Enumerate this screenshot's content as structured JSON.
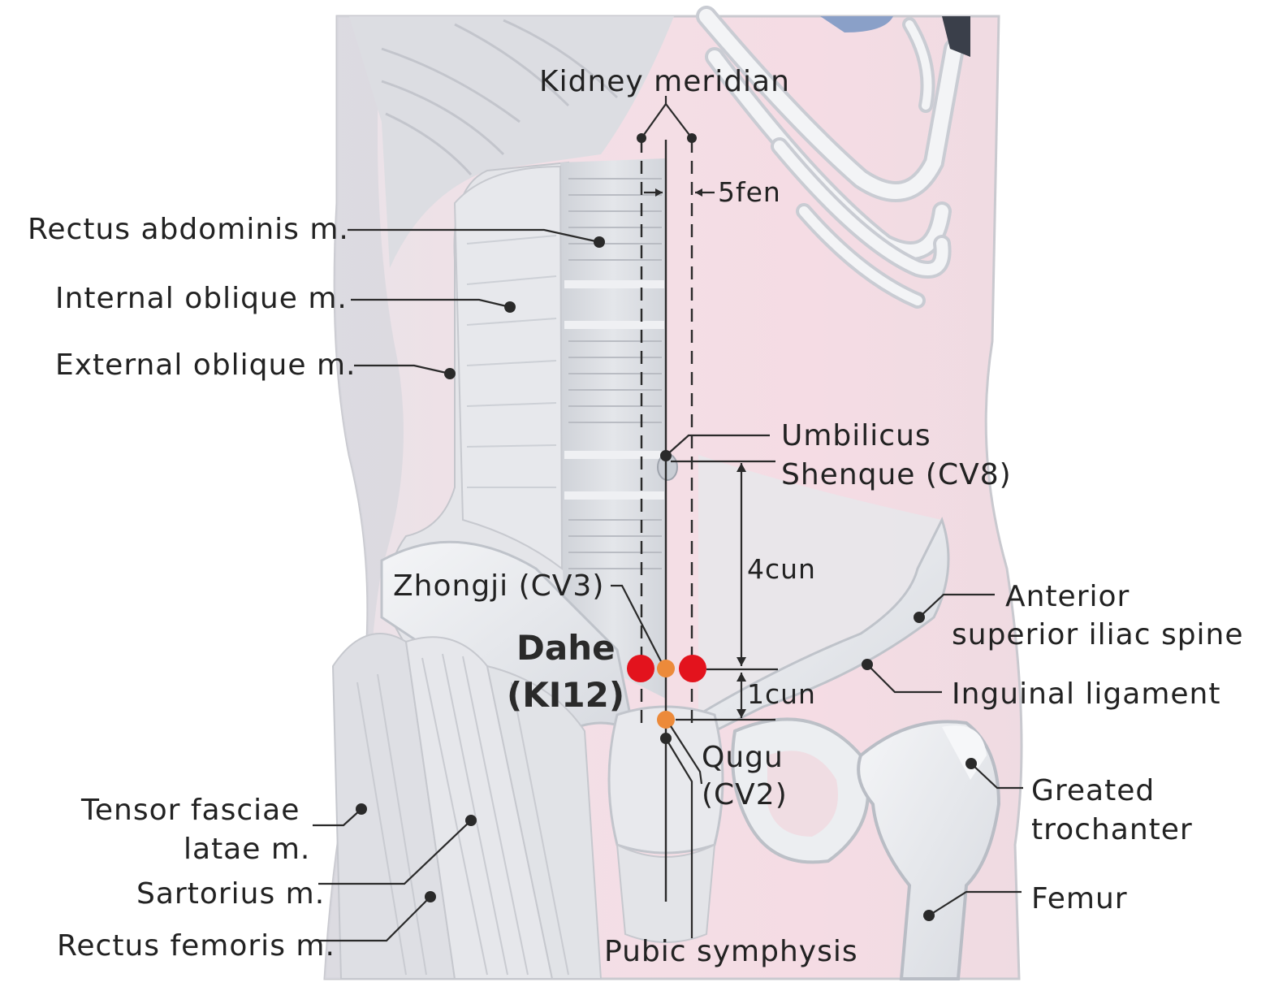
{
  "labels": {
    "kidney_meridian": "Kidney meridian",
    "five_fen": "5fen",
    "rectus_abdominis": "Rectus abdominis m.",
    "internal_oblique": "Internal oblique m.",
    "external_oblique": "External oblique m.",
    "umbilicus": "Umbilicus",
    "shenque": "Shenque (CV8)",
    "four_cun": "4cun",
    "zhongji": "Zhongji (CV3)",
    "dahe_line1": "Dahe",
    "dahe_line2": "(KI12)",
    "asis_line1": "Anterior",
    "asis_line2": "superior iliac spine",
    "one_cun": "1cun",
    "inguinal": "Inguinal ligament",
    "qugu_line1": "Qugu",
    "qugu_line2": "(CV2)",
    "tensor_line1": "Tensor fasciae",
    "tensor_line2": "latae m.",
    "greated_line1": "Greated",
    "greated_line2": "trochanter",
    "sartorius": "Sartorius m.",
    "femur": "Femur",
    "rectus_femoris": "Rectus femoris m.",
    "pubic": "Pubic symphysis"
  },
  "colors": {
    "skin_tint": "#f2dde3",
    "muscle": "#d9dbe0",
    "bone": "#eceef2",
    "point_main": "#e3131d",
    "point_secondary": "#ec8a3a",
    "line": "#2a2a2a"
  }
}
